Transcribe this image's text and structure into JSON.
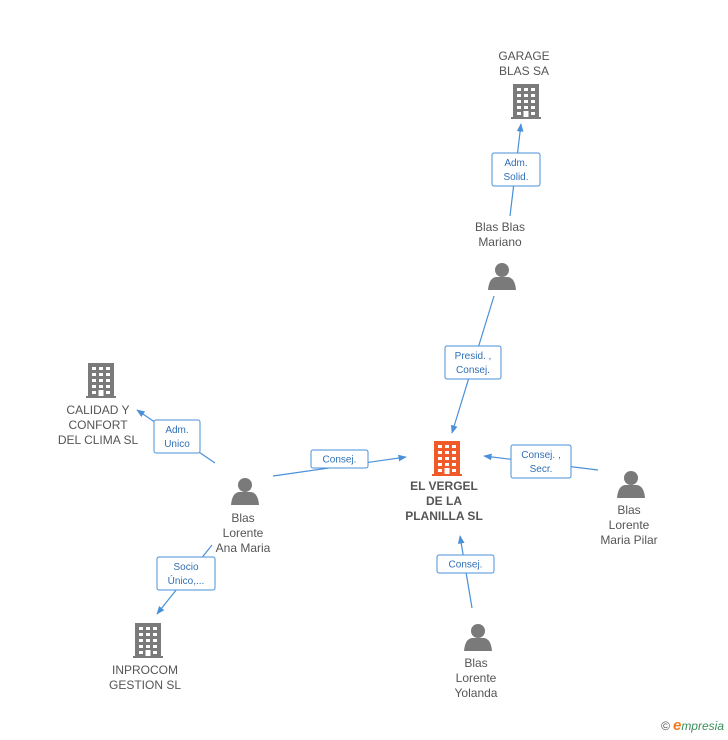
{
  "nodes": [
    {
      "id": "garage",
      "type": "company",
      "lines": [
        "GARAGE",
        "BLAS SA"
      ]
    },
    {
      "id": "blas_mariano",
      "type": "person",
      "lines": [
        "Blas Blas",
        "Mariano"
      ]
    },
    {
      "id": "calidad",
      "type": "company",
      "lines": [
        "CALIDAD Y",
        "CONFORT",
        "DEL CLIMA SL"
      ]
    },
    {
      "id": "ana_maria",
      "type": "person",
      "lines": [
        "Blas",
        "Lorente",
        "Ana Maria"
      ]
    },
    {
      "id": "center",
      "type": "company-main",
      "lines": [
        "EL VERGEL",
        "DE LA",
        "PLANILLA SL"
      ]
    },
    {
      "id": "maria_pilar",
      "type": "person",
      "lines": [
        "Blas",
        "Lorente",
        "Maria Pilar"
      ]
    },
    {
      "id": "inprocom",
      "type": "company",
      "lines": [
        "INPROCOM",
        "GESTION SL"
      ]
    },
    {
      "id": "yolanda",
      "type": "person",
      "lines": [
        "Blas",
        "Lorente",
        "Yolanda"
      ]
    }
  ],
  "edges": [
    {
      "id": "e1",
      "label": [
        "Adm.",
        "Solid."
      ]
    },
    {
      "id": "e2",
      "label": [
        "Presid. ,",
        "Consej."
      ]
    },
    {
      "id": "e3",
      "label": [
        "Adm.",
        "Unico"
      ]
    },
    {
      "id": "e4",
      "label": [
        "Consej."
      ]
    },
    {
      "id": "e5",
      "label": [
        "Consej. ,",
        "Secr."
      ]
    },
    {
      "id": "e6",
      "label": [
        "Socio",
        "Único,..."
      ]
    },
    {
      "id": "e7",
      "label": [
        "Consej."
      ]
    }
  ],
  "colors": {
    "company": "#7a7a7a",
    "company_main": "#f05a28",
    "person": "#7a7a7a",
    "edge": "#4a90d9"
  },
  "footer": {
    "copyright": "©",
    "brand_initial": "e",
    "brand_rest": "mpresia"
  }
}
